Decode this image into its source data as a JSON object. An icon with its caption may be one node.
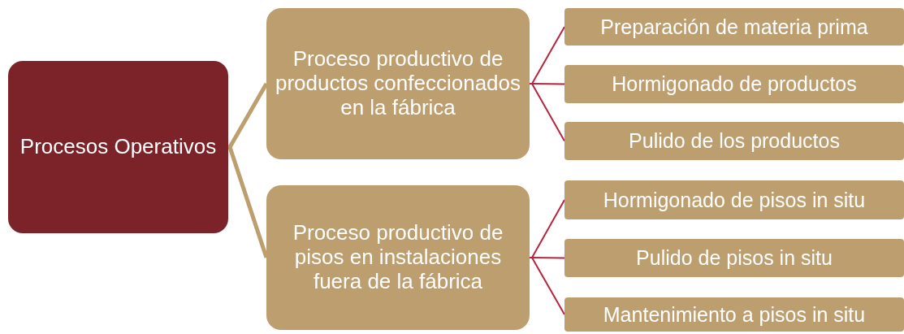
{
  "diagram": {
    "nodes": [
      {
        "text": [
          "Procesos Operativos"
        ]
      },
      {
        "text": [
          "Proceso productivo de productos confeccionados en la fábrica"
        ]
      },
      {
        "text": [
          "Proceso productivo de pisos en instalaciones fuera de la fábrica"
        ]
      },
      {
        "text": [
          "Preparación de materia prima"
        ]
      },
      {
        "text": [
          "Hormigonado de productos"
        ]
      },
      {
        "text": [
          "Pulido de los productos"
        ]
      },
      {
        "text": [
          "Hormigonado de pisos in situ"
        ]
      },
      {
        "text": [
          "Pulido de pisos in situ"
        ]
      },
      {
        "text": [
          "Mantenimiento a pisos in situ"
        ]
      }
    ],
    "edges": [
      {
        "from": 0,
        "to": 1,
        "arrow": "none",
        "style": "thick",
        "color": "#bd9e6e"
      },
      {
        "from": 0,
        "to": 2,
        "arrow": "none",
        "style": "thick",
        "color": "#bd9e6e"
      },
      {
        "from": 1,
        "to": 3,
        "arrow": "none"
      },
      {
        "from": 1,
        "to": 4,
        "arrow": "none"
      },
      {
        "from": 1,
        "to": 5,
        "arrow": "none"
      },
      {
        "from": 2,
        "to": 6,
        "arrow": "none"
      },
      {
        "from": 2,
        "to": 7,
        "arrow": "none"
      },
      {
        "from": 2,
        "to": 8,
        "arrow": "none"
      }
    ]
  }
}
